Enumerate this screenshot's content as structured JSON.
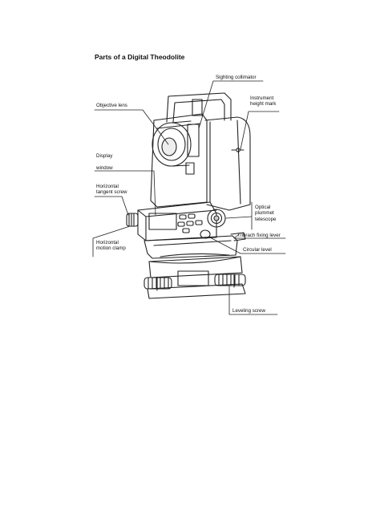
{
  "title": "Parts of a Digital Theodolite",
  "labels": {
    "sighting_collimator": "Sighting collimator",
    "instrument_height_mark_1": "Instrument",
    "instrument_height_mark_2": "height mark",
    "objective_lens": "Objective lens",
    "display": "Display",
    "window": "window",
    "horizontal_tangent_screw_1": "Horizontal",
    "horizontal_tangent_screw_2": "tangent screw",
    "optical_plummet_1": "Optical",
    "optical_plummet_2": "plummet",
    "optical_plummet_3": "telescope",
    "tribrach_fixing_lever": "Tribrach fixing lever",
    "circular_level": "Circular  level",
    "horizontal_motion_clamp_1": "Horizontal",
    "horizontal_motion_clamp_2": "motion clamp",
    "leveling_screw": "Leveling screw"
  }
}
